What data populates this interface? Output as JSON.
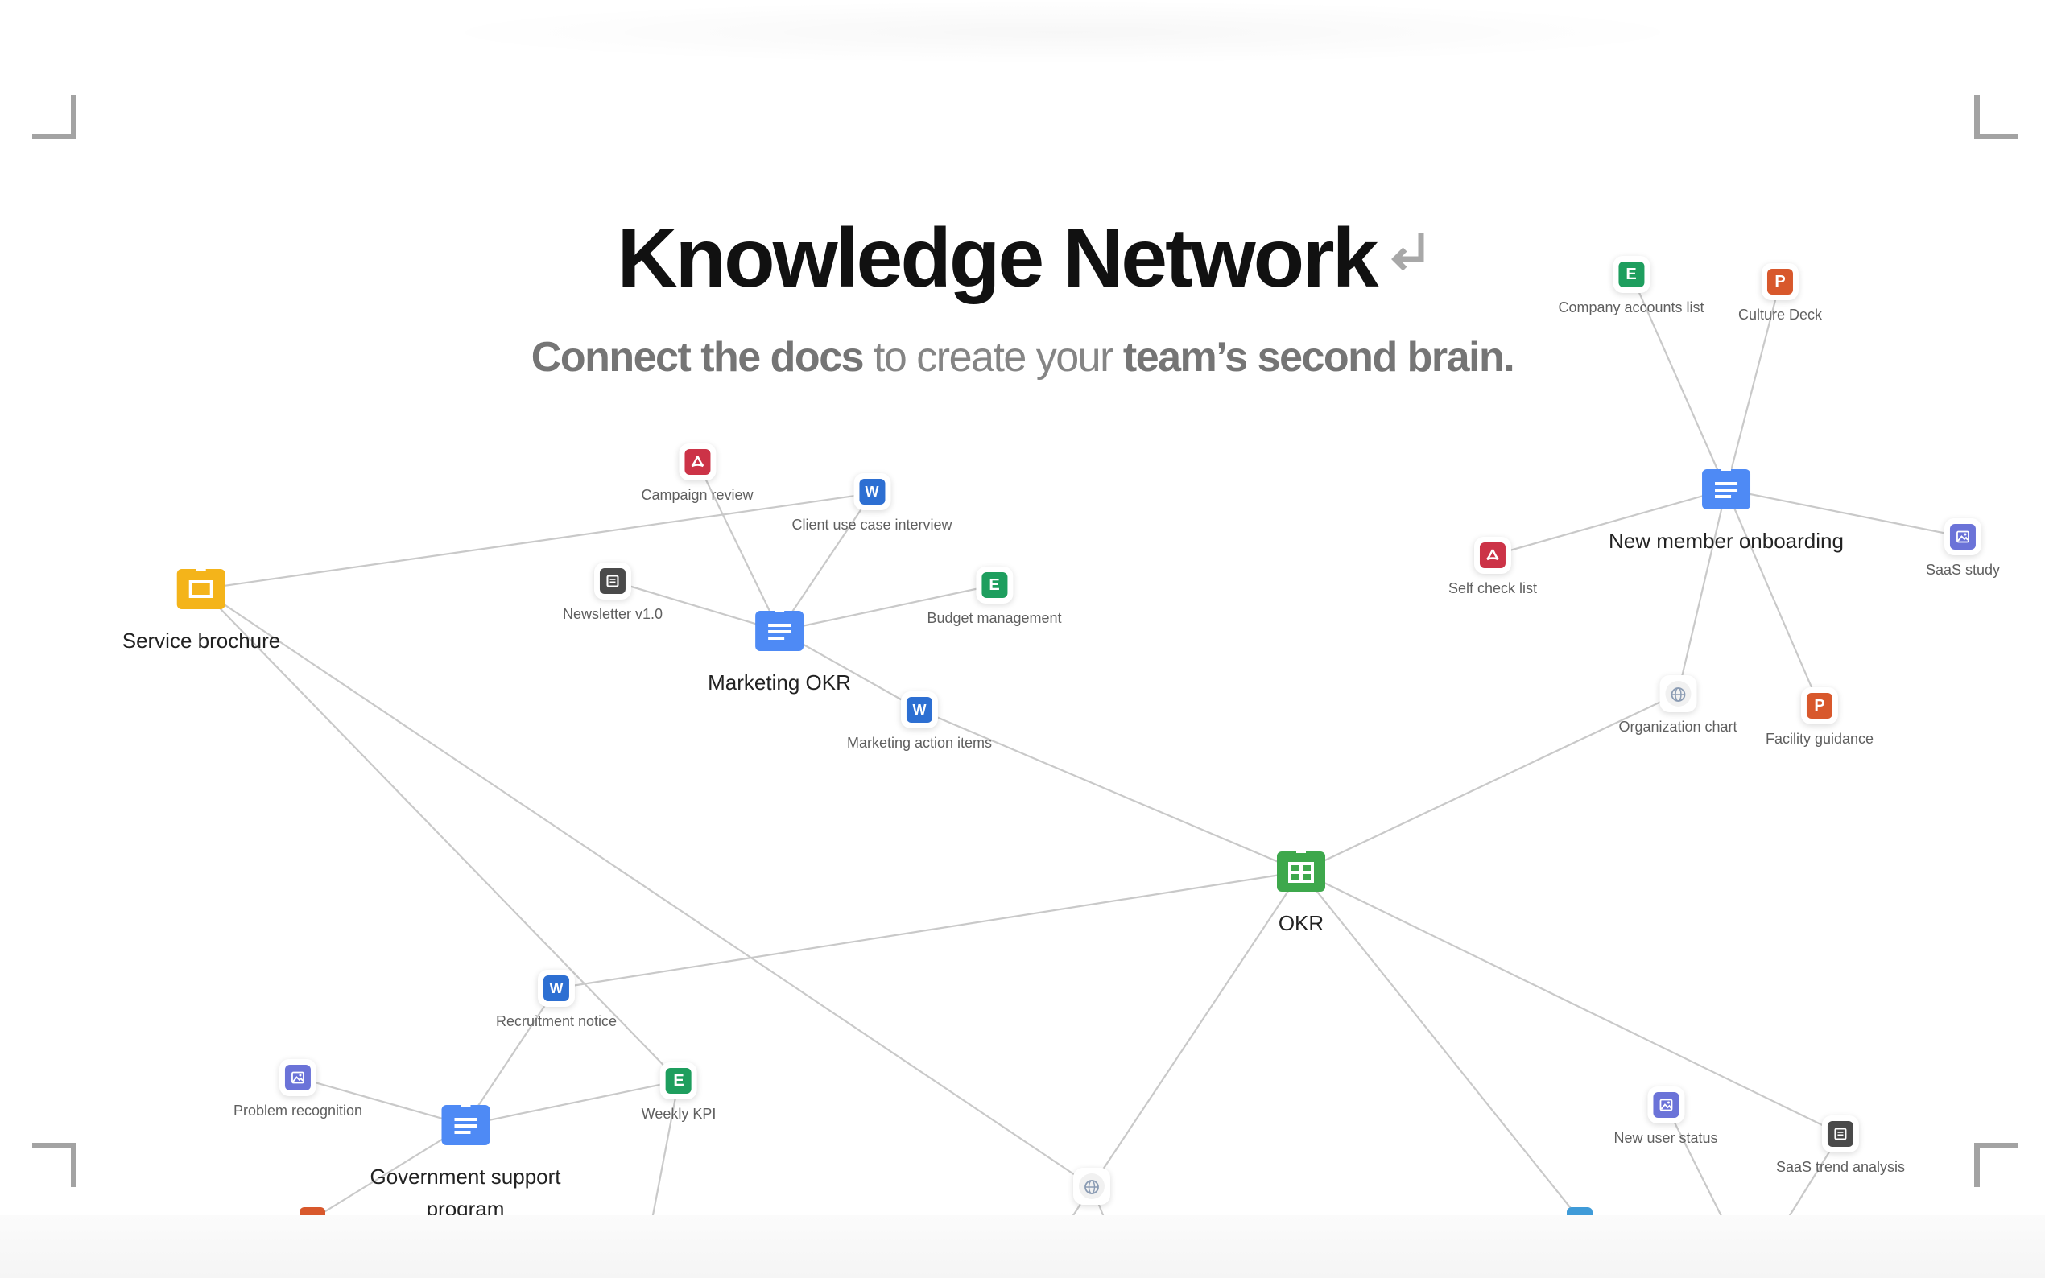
{
  "hero": {
    "title": "Knowledge Network",
    "subtitle_strong_1": "Connect the docs",
    "subtitle_mid": " to create your ",
    "subtitle_strong_2": "team’s second brain."
  },
  "colors": {
    "edge": "#c9c9c9",
    "doc_blue": "#4e8af5",
    "sheet_green": "#3ea84c",
    "slide_yellow": "#f4b41a",
    "excel": "#1e9e5e",
    "ppt": "#d8582c",
    "word": "#2d6fd2",
    "pdf": "#cc3347",
    "image": "#6b73d8",
    "note": "#4a4a4a"
  },
  "nodes": {
    "service_brochure": {
      "label": "Service brochure",
      "icon": "slides-doc-icon"
    },
    "marketing_okr": {
      "label": "Marketing OKR",
      "icon": "text-doc-icon"
    },
    "new_member_onboarding": {
      "label": "New member onboarding",
      "icon": "text-doc-icon"
    },
    "okr": {
      "label": "OKR",
      "icon": "sheet-doc-icon"
    },
    "government_support": {
      "label_line1": "Government support",
      "label_line2": "program",
      "icon": "text-doc-icon"
    },
    "campaign_review": {
      "label": "Campaign review",
      "icon": "pdf-icon"
    },
    "client_use_case": {
      "label": "Client use case interview",
      "icon": "word-icon",
      "glyph": "W"
    },
    "newsletter": {
      "label": "Newsletter v1.0",
      "icon": "note-icon"
    },
    "budget_management": {
      "label": "Budget management",
      "icon": "excel-icon",
      "glyph": "E"
    },
    "marketing_action_items": {
      "label": "Marketing action items",
      "icon": "word-icon",
      "glyph": "W"
    },
    "company_accounts": {
      "label": "Company accounts list",
      "icon": "excel-icon",
      "glyph": "E"
    },
    "culture_deck": {
      "label": "Culture Deck",
      "icon": "ppt-icon",
      "glyph": "P"
    },
    "self_check": {
      "label": "Self check list",
      "icon": "pdf-icon"
    },
    "saas_study": {
      "label": "SaaS study",
      "icon": "image-icon"
    },
    "organization_chart": {
      "label": "Organization chart",
      "icon": "globe-icon"
    },
    "facility_guidance": {
      "label": "Facility guidance",
      "icon": "ppt-icon",
      "glyph": "P"
    },
    "recruitment_notice": {
      "label": "Recruitment notice",
      "icon": "word-icon",
      "glyph": "W"
    },
    "problem_recognition": {
      "label": "Problem recognition",
      "icon": "image-icon"
    },
    "weekly_kpi": {
      "label": "Weekly KPI",
      "icon": "excel-icon",
      "glyph": "E"
    },
    "new_user_status": {
      "label": "New user status",
      "icon": "image-icon"
    },
    "saas_trend": {
      "label": "SaaS trend analysis",
      "icon": "note-icon"
    },
    "globe_bottom": {
      "icon": "globe-icon"
    }
  }
}
